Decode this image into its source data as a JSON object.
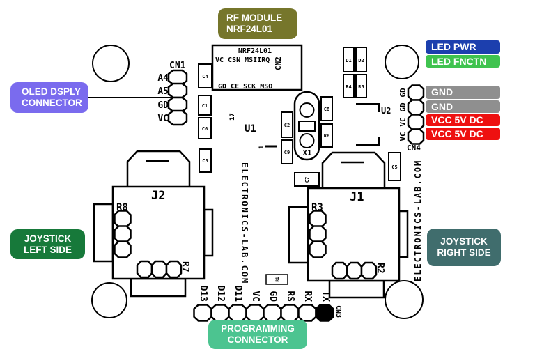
{
  "callouts": {
    "rf_module": {
      "line1": "RF MODULE",
      "line2": "NRF24L01"
    },
    "oled_connector": {
      "line1": "OLED DSPLY",
      "line2": "CONNECTOR"
    },
    "joystick_left": {
      "line1": "JOYSTICK",
      "line2": "LEFT SIDE"
    },
    "joystick_right": {
      "line1": "JOYSTICK",
      "line2": "RIGHT SIDE"
    },
    "programming_connector": {
      "line1": "PROGRAMMING",
      "line2": "CONNECTOR"
    },
    "led_pwr": "LED PWR",
    "led_fnctn": "LED FNCTN",
    "gnd_1": "GND",
    "gnd_2": "GND",
    "vcc_1": "VCC 5V DC",
    "vcc_2": "VCC 5V DC"
  },
  "colors": {
    "rf_module": "#76762b",
    "oled_connector": "#7a6bee",
    "joystick_left": "#17793a",
    "joystick_right": "#406d6d",
    "programming_connector": "#4cc490",
    "led_pwr": "#1c3fae",
    "led_fnctn": "#3fc34f",
    "gnd": "#8f8f8f",
    "vcc": "#ee1010",
    "silkscreen": "#000000"
  },
  "silkscreen": {
    "watermark": "ELECTRONICS-LAB.COM",
    "rf_module_box": {
      "part_name": "NRF24L01",
      "pins_top": "VC CSN MSIIRQ",
      "pins_bottom": "GD CE SCK MSO",
      "refdes": "CN2"
    },
    "mcu": {
      "refdes": "U1",
      "pin_1": "1",
      "pin_17": "17"
    },
    "u2_refdes": "U2",
    "crystal_refdes": "X1",
    "joystick_left_refdes": "J2",
    "joystick_right_refdes": "J1",
    "oled_header": {
      "refdes": "CN1",
      "pins": [
        "A4",
        "A5",
        "GD",
        "VC"
      ]
    },
    "programming_header": {
      "refdes": "CN3",
      "pins": [
        "D13",
        "D12",
        "D11",
        "VC",
        "GD",
        "RS",
        "RX",
        "TX"
      ]
    },
    "power_header": {
      "refdes": "CN4",
      "pins": [
        "GD",
        "GD",
        "VC",
        "VC"
      ]
    },
    "parts": {
      "c1": "C1",
      "c2": "C2",
      "c3": "C3",
      "c4": "C4",
      "c5": "C5",
      "c6": "C6",
      "c7": "C7",
      "c8": "C8",
      "c9": "C9",
      "r1": "R1",
      "r2": "R2",
      "r3": "R3",
      "r4": "R4",
      "r5": "R5",
      "r6": "R6",
      "r7": "R7",
      "r8": "R8",
      "d1": "D1",
      "d2": "D2"
    }
  }
}
